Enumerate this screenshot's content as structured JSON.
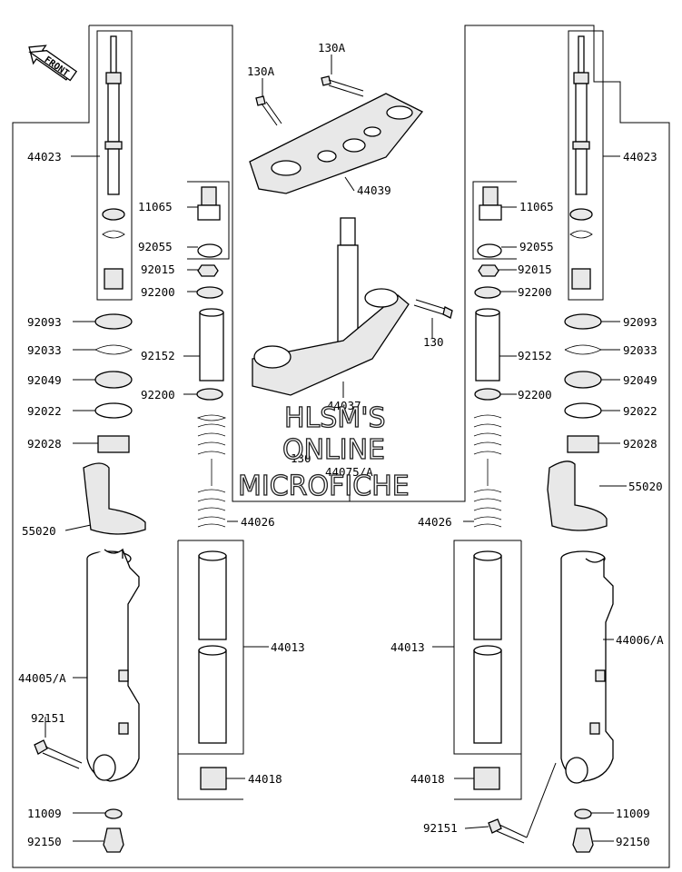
{
  "front_label": "FRONT",
  "watermark": {
    "line1": "HLSM'S",
    "line2": "ONLINE",
    "line3": "MICROFICHE"
  },
  "labels": {
    "l44023_left": "44023",
    "l44023_right": "44023",
    "l11065_left": "11065",
    "l11065_right": "11065",
    "l92055_left": "92055",
    "l92055_right": "92055",
    "l92015_left": "92015",
    "l92015_right": "92015",
    "l92200_a_left": "92200",
    "l92200_a_right": "92200",
    "l92093_left": "92093",
    "l92093_right": "92093",
    "l92033_left": "92033",
    "l92033_right": "92033",
    "l92152_left": "92152",
    "l92152_right": "92152",
    "l92049_left": "92049",
    "l92049_right": "92049",
    "l92200_b_left": "92200",
    "l92200_b_right": "92200",
    "l92022_left": "92022",
    "l92022_right": "92022",
    "l92028_left": "92028",
    "l92028_right": "92028",
    "l55020_left": "55020",
    "l55020_right": "55020",
    "l44026_left": "44026",
    "l44026_right": "44026",
    "l44013_left": "44013",
    "l44013_right": "44013",
    "l44005": "44005/A",
    "l44006": "44006/A",
    "l92151_left": "92151",
    "l92151_right": "92151",
    "l44018_left": "44018",
    "l44018_right": "44018",
    "l11009_left": "11009",
    "l11009_right": "11009",
    "l92150_left": "92150",
    "l92150_right": "92150",
    "l130A_a": "130A",
    "l130A_b": "130A",
    "l44039": "44039",
    "l130_a": "130",
    "l130_b": "130",
    "l44037": "44037",
    "l44075": "44075/A"
  }
}
